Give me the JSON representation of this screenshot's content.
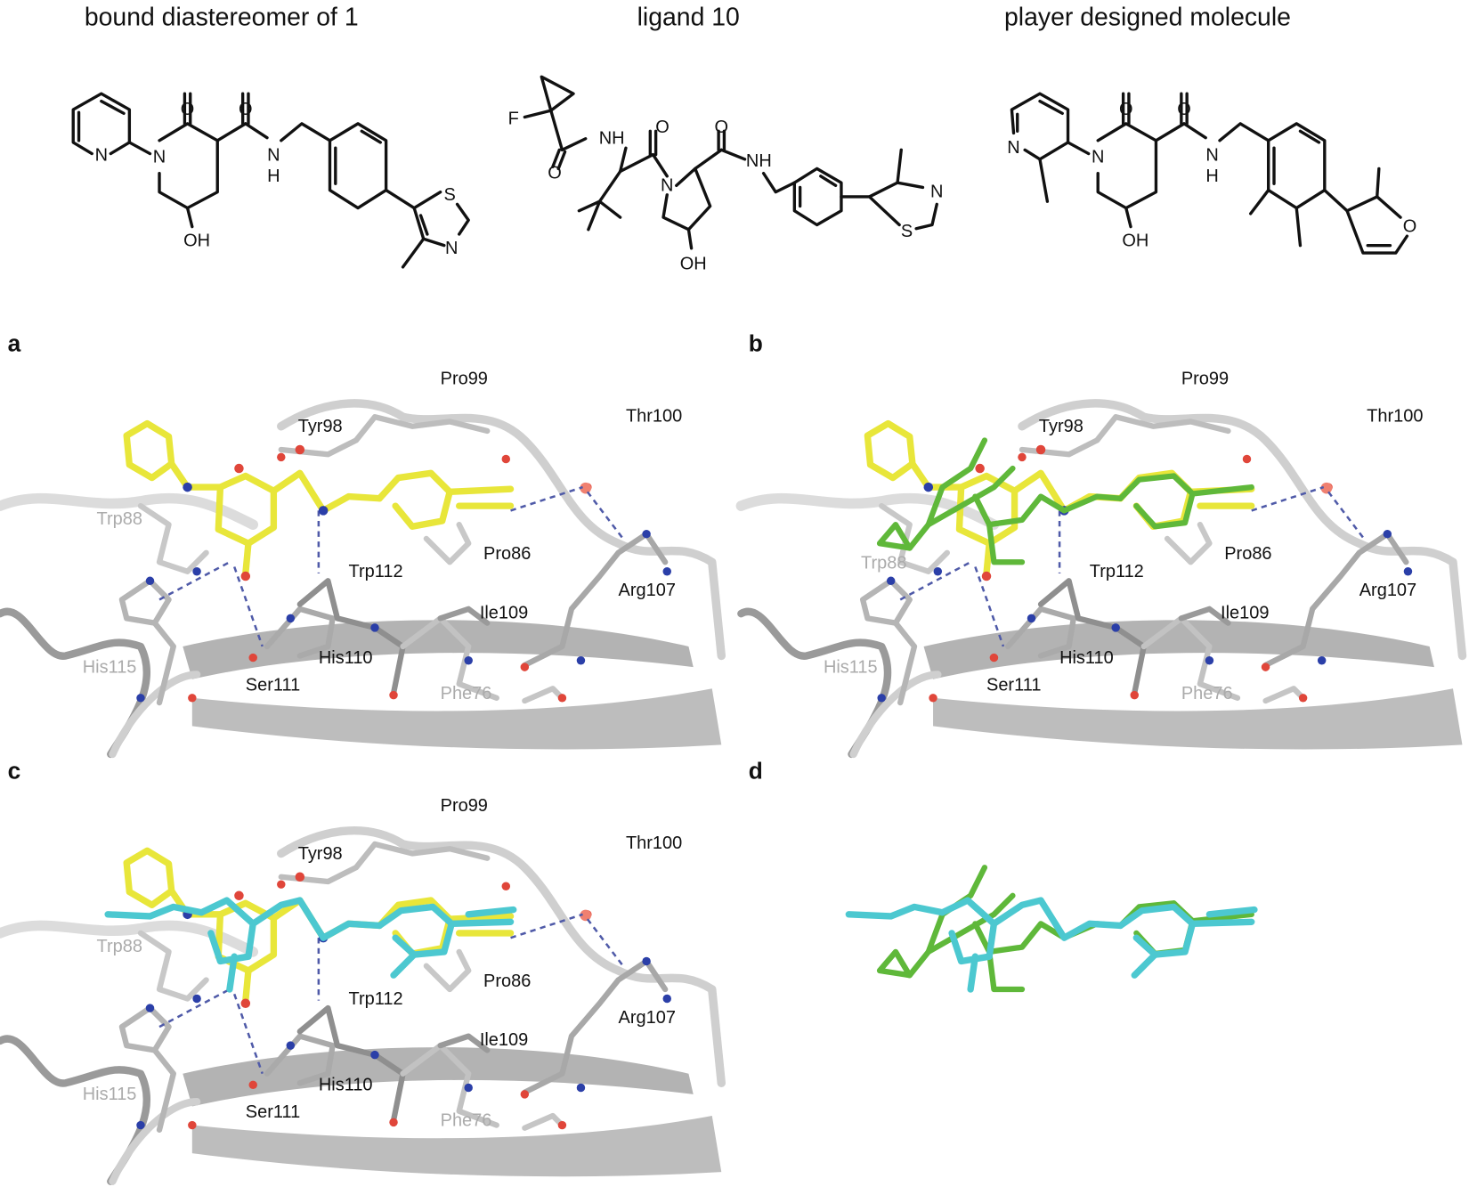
{
  "titles": [
    "bound diastereomer of 1",
    "ligand 10",
    "player designed molecule"
  ],
  "molecules": [
    {
      "name": "bound diastereomer of 1",
      "atoms": [
        "N",
        "N",
        "O",
        "O",
        "N",
        "H",
        "OH",
        "S",
        "N"
      ]
    },
    {
      "name": "ligand 10",
      "atoms": [
        "F",
        "NH",
        "O",
        "O",
        "N",
        "O",
        "NH",
        "OH",
        "N",
        "S"
      ]
    },
    {
      "name": "player designed molecule",
      "atoms": [
        "N",
        "N",
        "O",
        "O",
        "N",
        "H",
        "OH",
        "O"
      ]
    }
  ],
  "panels": [
    {
      "letter": "a",
      "residues": [
        {
          "label": "Pro99",
          "faded": false
        },
        {
          "label": "Tyr98",
          "faded": false
        },
        {
          "label": "Thr100",
          "faded": false
        },
        {
          "label": "Trp88",
          "faded": true
        },
        {
          "label": "Pro86",
          "faded": false
        },
        {
          "label": "Trp112",
          "faded": false
        },
        {
          "label": "Arg107",
          "faded": false
        },
        {
          "label": "Ile109",
          "faded": false
        },
        {
          "label": "His115",
          "faded": true
        },
        {
          "label": "His110",
          "faded": false
        },
        {
          "label": "Ser111",
          "faded": false
        },
        {
          "label": "Phe76",
          "faded": true
        }
      ]
    },
    {
      "letter": "b",
      "residues": [
        {
          "label": "Pro99",
          "faded": false
        },
        {
          "label": "Tyr98",
          "faded": false
        },
        {
          "label": "Thr100",
          "faded": false
        },
        {
          "label": "Trp88",
          "faded": true
        },
        {
          "label": "Pro86",
          "faded": false
        },
        {
          "label": "Trp112",
          "faded": false
        },
        {
          "label": "Arg107",
          "faded": false
        },
        {
          "label": "Ile109",
          "faded": false
        },
        {
          "label": "His115",
          "faded": true
        },
        {
          "label": "His110",
          "faded": false
        },
        {
          "label": "Ser111",
          "faded": false
        },
        {
          "label": "Phe76",
          "faded": true
        }
      ]
    },
    {
      "letter": "c",
      "residues": [
        {
          "label": "Pro99",
          "faded": false
        },
        {
          "label": "Tyr98",
          "faded": false
        },
        {
          "label": "Thr100",
          "faded": false
        },
        {
          "label": "Trp88",
          "faded": true
        },
        {
          "label": "Pro86",
          "faded": false
        },
        {
          "label": "Trp112",
          "faded": false
        },
        {
          "label": "Arg107",
          "faded": false
        },
        {
          "label": "Ile109",
          "faded": false
        },
        {
          "label": "His115",
          "faded": true
        },
        {
          "label": "His110",
          "faded": false
        },
        {
          "label": "Ser111",
          "faded": false
        },
        {
          "label": "Phe76",
          "faded": true
        }
      ]
    },
    {
      "letter": "d",
      "residues": []
    }
  ],
  "colors": {
    "ligand_1": "#e8e63a",
    "ligand_10": "#5fb83a",
    "player_molecule": "#4cc8d0",
    "nitrogen": "#2b3fa8",
    "oxygen": "#e0463a",
    "protein": "#b8b8b8",
    "hbond": "#4f5aa8"
  }
}
